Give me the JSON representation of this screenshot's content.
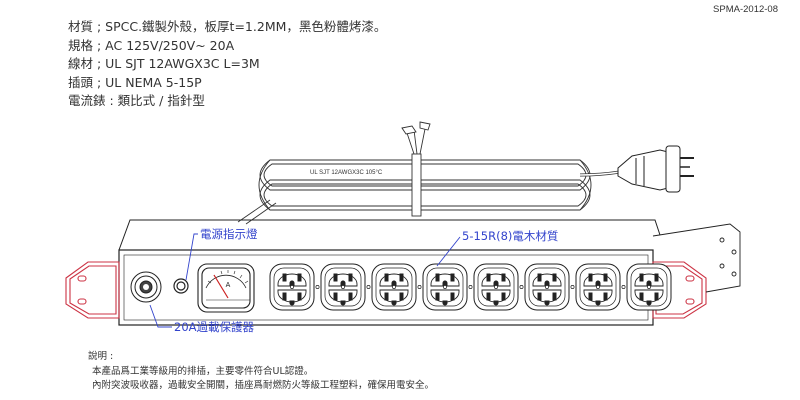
{
  "doc_code": "SPMA-2012-08",
  "specs": [
    "材質 ; SPCC.鐵製外殼，板厚t=1.2MM，黑色粉體烤漆。",
    "規格 ; AC 125V/250V~  20A",
    "線材 ; UL SJT 12AWGX3C  L=3M",
    "插頭 ; UL NEMA 5-15P",
    "電流錶 : 類比式 / 指針型"
  ],
  "cable_label": "UL SJT 12AWGX3C 105°C",
  "meter_symbol": "A",
  "callouts": {
    "power_light": "電源指示燈",
    "receptacle": "5-15R(8)電木材質",
    "breaker": "20A過載保護器"
  },
  "receptacle_count": 8,
  "notes": {
    "heading": "說明 :",
    "lines": [
      "本產品爲工業等級用的排插，主要零件符合UL認證。",
      "內附突波吸收器，過載安全開關，插座爲耐燃防火等級工程塑料，確保用電安全。"
    ]
  },
  "colors": {
    "line": "#222222",
    "callout": "#3344cc",
    "ear": "#cc3344"
  }
}
